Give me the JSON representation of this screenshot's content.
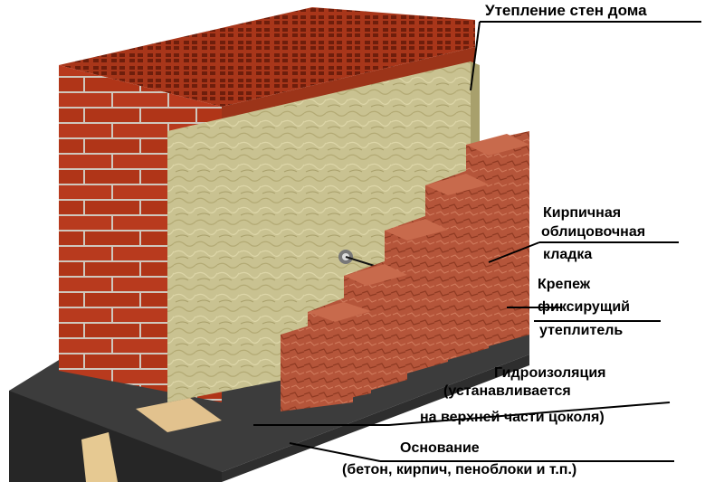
{
  "labels": {
    "wall_insulation": "Утепление стен дома",
    "facing_masonry_1": "Кирпичная",
    "facing_masonry_2": "облицовочная",
    "facing_masonry_3": "кладка",
    "fastener_1": "Крепеж",
    "fastener_2": "фиксирущий",
    "fastener_3": "утеплитель",
    "waterproofing_1": "Гидроизоляция",
    "waterproofing_2": "(устанавливается",
    "waterproofing_3": "на верхней части цоколя)",
    "foundation_1": "Основание",
    "foundation_2": "(бетон, кирпич, пеноблоки и т.п.)"
  },
  "colors": {
    "brick": "#b83a1e",
    "brick_dark": "#8e2a14",
    "mortar": "#cfc7bd",
    "insulation": "#c9c291",
    "foundation": "#3a3a3a",
    "facing_brick": "#b5553a"
  }
}
